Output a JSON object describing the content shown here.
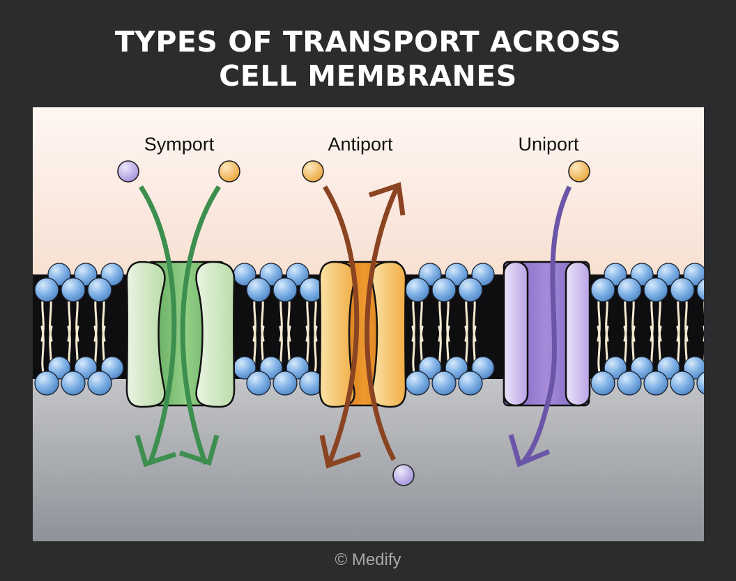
{
  "title": {
    "line1": "TYPES OF TRANSPORT ACROSS",
    "line2": "CELL MEMBRANES"
  },
  "diagram": {
    "labels": {
      "symport": "Symport",
      "antiport": "Antiport",
      "uniport": "Uniport"
    },
    "colors": {
      "background": "#2b2c2e",
      "extracellular_top": "#fff6f3",
      "extracellular_bottom": "#f5dccb",
      "intracellular_top": "#c6c7ca",
      "intracellular_bottom": "#8f9399",
      "phospholipid_head": "#7fb1e6",
      "symport_arrow": "#3d8f4f",
      "symport_protein": "#7ebf74",
      "antiport_arrow": "#8a4422",
      "antiport_protein": "#f0a839",
      "uniport_arrow": "#6b55a8",
      "uniport_protein": "#a98bd9",
      "purple_molecule": "#b4a6e3",
      "orange_molecule": "#f2b54e"
    }
  },
  "footer": {
    "copyright": "© Medify"
  }
}
